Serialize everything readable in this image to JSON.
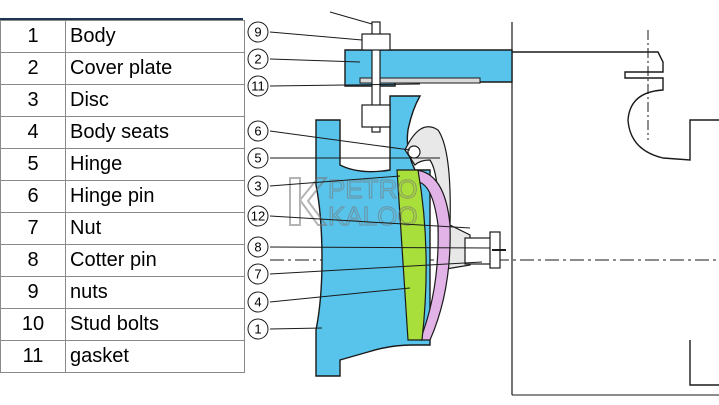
{
  "parts": [
    {
      "number": "1",
      "name": "Body"
    },
    {
      "number": "2",
      "name": "Cover plate"
    },
    {
      "number": "3",
      "name": "Disc"
    },
    {
      "number": "4",
      "name": "Body seats"
    },
    {
      "number": "5",
      "name": "Hinge"
    },
    {
      "number": "6",
      "name": "Hinge pin"
    },
    {
      "number": "7",
      "name": "Nut"
    },
    {
      "number": "8",
      "name": "Cotter pin"
    },
    {
      "number": "9",
      "name": "nuts"
    },
    {
      "number": "10",
      "name": "Stud bolts"
    },
    {
      "number": "11",
      "name": "gasket"
    }
  ],
  "callouts": {
    "c9": "9",
    "c2": "2",
    "c11": "11",
    "c6": "6",
    "c5": "5",
    "c3": "3",
    "c12": "12",
    "c8": "8",
    "c7": "7",
    "c4": "4",
    "c1": "1"
  },
  "watermark": {
    "line1": "PETRO",
    "line2": "KALOO"
  },
  "colors": {
    "body_blue": "#58c4ec",
    "outline": "#1a1a1a",
    "disc_green": "#a8df3a",
    "seat_pink": "#e2b3e6",
    "hinge_grey": "#e8e8e8",
    "table_rule": "#1d3550"
  }
}
